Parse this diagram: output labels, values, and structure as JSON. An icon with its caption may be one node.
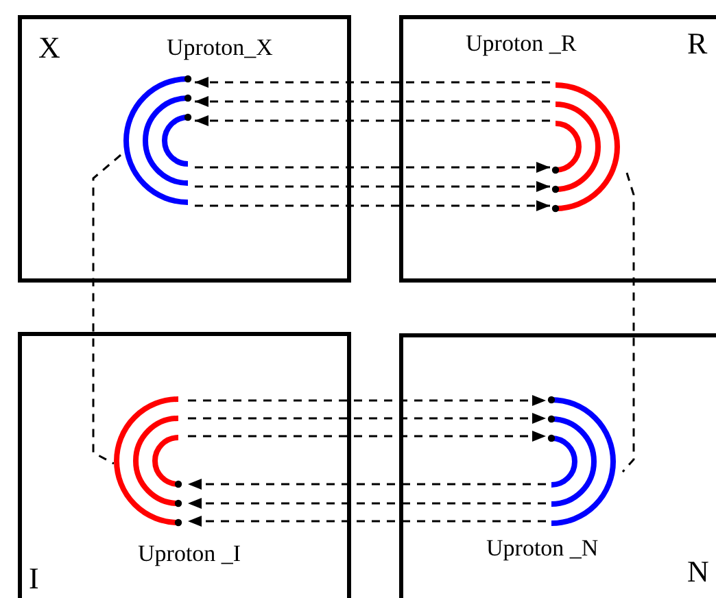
{
  "diagram": {
    "nodes": [
      {
        "text": [
          "X"
        ]
      },
      {
        "text": [],
        "shape": "arc",
        "in": 0,
        "beside": [
          "Uproton_X"
        ]
      },
      {
        "text": [
          "R"
        ]
      },
      {
        "text": [],
        "shape": "arc",
        "in": 2,
        "beside": [
          "Uproton _R"
        ]
      },
      {
        "text": [
          "I"
        ]
      },
      {
        "text": [],
        "shape": "arc",
        "in": 4,
        "beside": [
          "Uproton _I"
        ]
      },
      {
        "text": [
          "N"
        ]
      },
      {
        "text": [],
        "shape": "arc",
        "in": 6,
        "beside": [
          "Uproton _N"
        ]
      }
    ],
    "edges": [
      {
        "from": 3,
        "to": 1,
        "arrow": "to",
        "style": "dashed"
      },
      {
        "from": 3,
        "to": 1,
        "arrow": "to",
        "style": "dashed"
      },
      {
        "from": 3,
        "to": 1,
        "arrow": "to",
        "style": "dashed"
      },
      {
        "from": 1,
        "to": 3,
        "arrow": "to",
        "style": "dashed"
      },
      {
        "from": 1,
        "to": 3,
        "arrow": "to",
        "style": "dashed"
      },
      {
        "from": 1,
        "to": 3,
        "arrow": "to",
        "style": "dashed"
      },
      {
        "from": 5,
        "to": 7,
        "arrow": "to",
        "style": "dashed"
      },
      {
        "from": 5,
        "to": 7,
        "arrow": "to",
        "style": "dashed"
      },
      {
        "from": 5,
        "to": 7,
        "arrow": "to",
        "style": "dashed"
      },
      {
        "from": 7,
        "to": 5,
        "arrow": "to",
        "style": "dashed"
      },
      {
        "from": 7,
        "to": 5,
        "arrow": "to",
        "style": "dashed"
      },
      {
        "from": 7,
        "to": 5,
        "arrow": "to",
        "style": "dashed"
      },
      {
        "from": 1,
        "to": 5,
        "arrow": "none",
        "style": "dashed"
      },
      {
        "from": 3,
        "to": 7,
        "arrow": "none",
        "style": "dashed"
      }
    ]
  }
}
